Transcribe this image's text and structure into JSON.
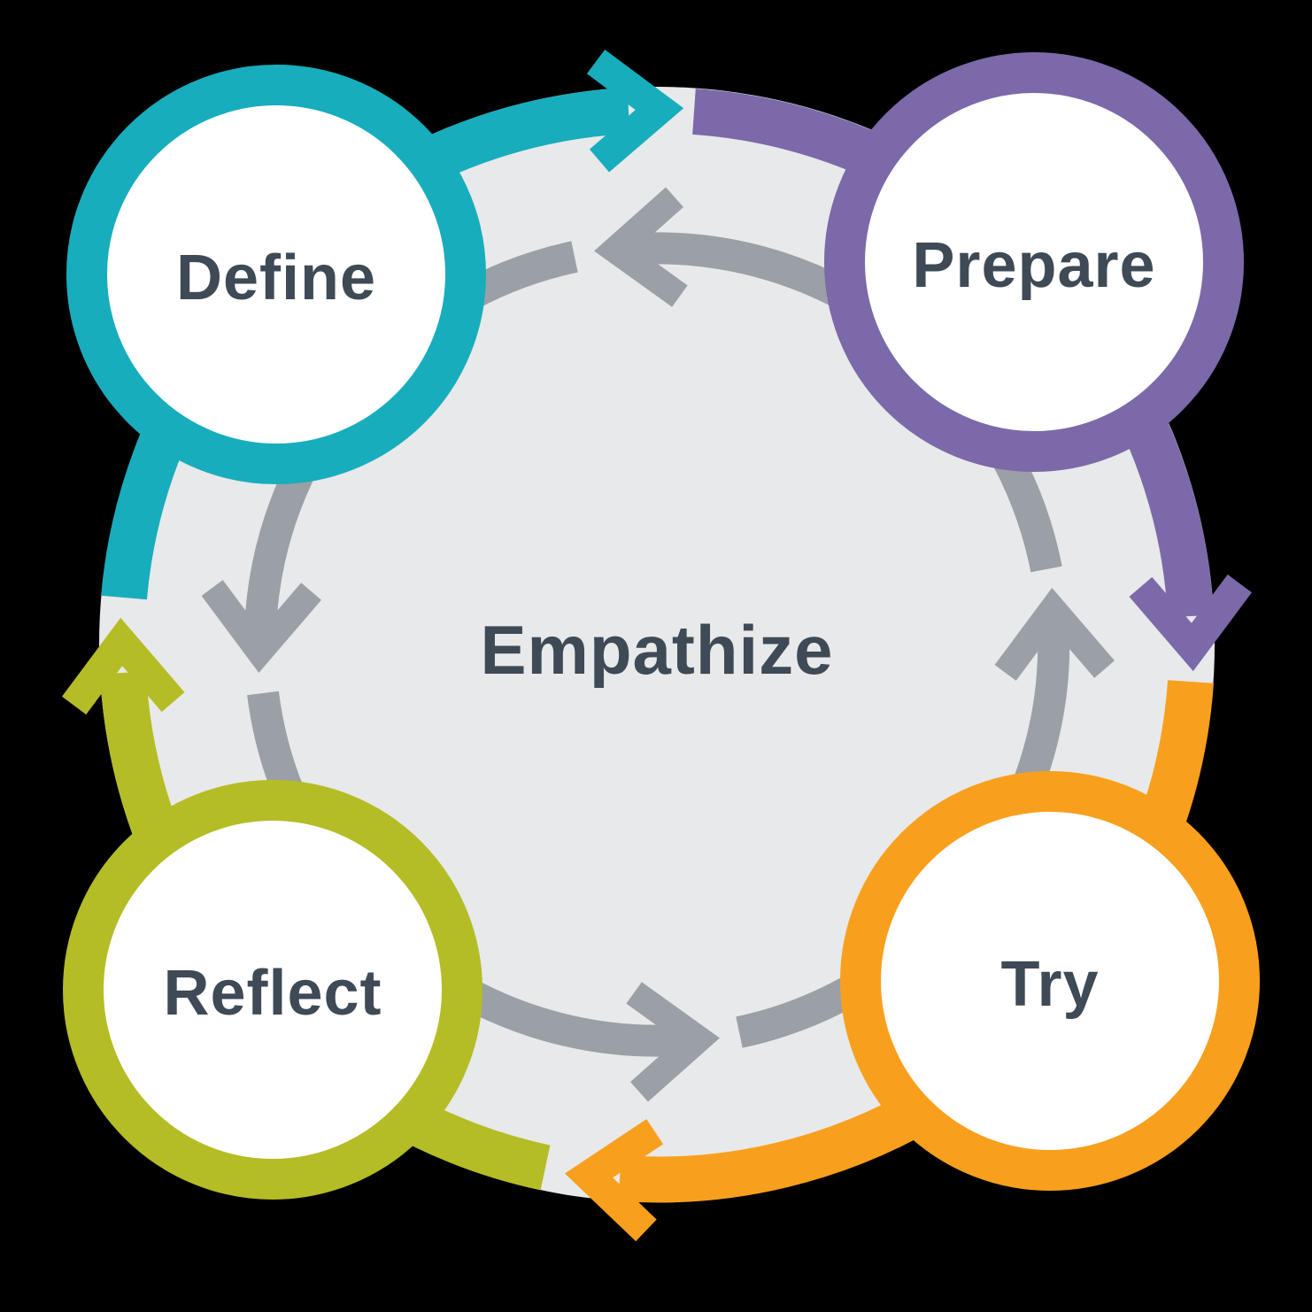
{
  "colors": {
    "background": "#000000",
    "disc": "#e8e9ea",
    "circle_fill": "#ffffff",
    "inner_ring": "#9aa0a6",
    "text": "#3e4a55"
  },
  "diagram": {
    "center_label": "Empathize",
    "stages": [
      {
        "label": "Define",
        "color": "#18adbd",
        "position": "top-left"
      },
      {
        "label": "Prepare",
        "color": "#7b69a9",
        "position": "top-right"
      },
      {
        "label": "Try",
        "color": "#f8a01d",
        "position": "bottom-right"
      },
      {
        "label": "Reflect",
        "color": "#b4bd25",
        "position": "bottom-left"
      }
    ],
    "outer_flow": "clockwise",
    "inner_flow": "counterclockwise"
  }
}
